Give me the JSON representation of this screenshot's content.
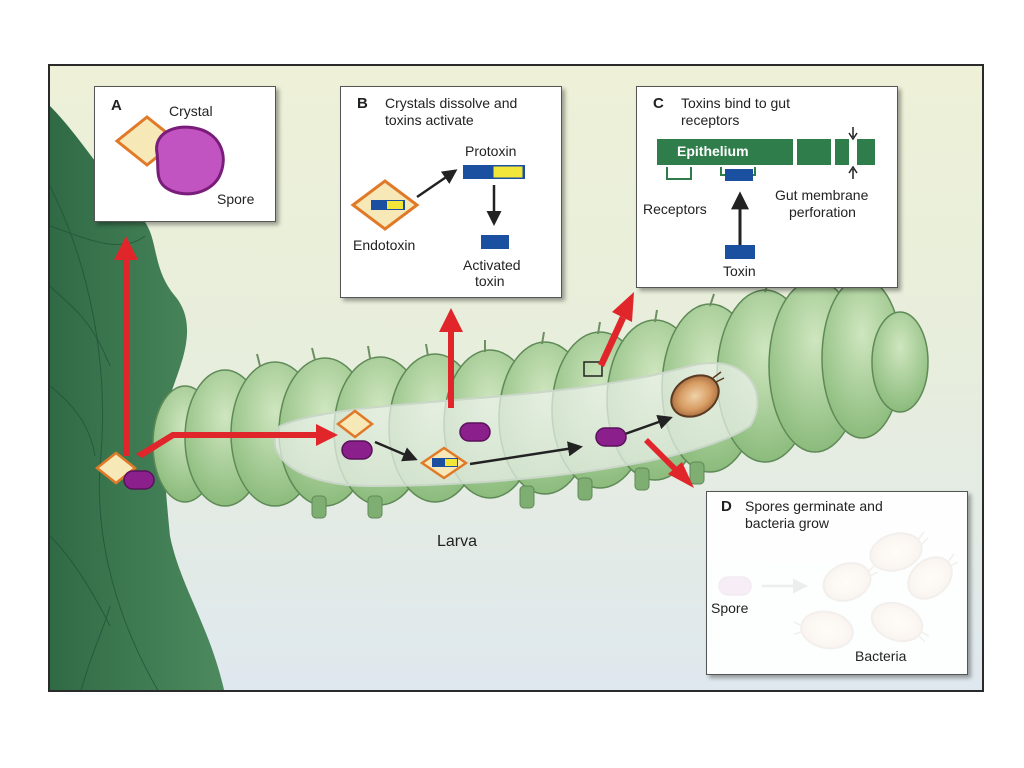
{
  "panel_a": {
    "letter": "A",
    "crystal": "Crystal",
    "spore": "Spore"
  },
  "panel_b": {
    "letter": "B",
    "title_line1": "Crystals dissolve and",
    "title_line2": "toxins activate",
    "protoxin": "Protoxin",
    "endotoxin": "Endotoxin",
    "activated_line1": "Activated",
    "activated_line2": "toxin"
  },
  "panel_c": {
    "letter": "C",
    "title_line1": "Toxins bind to gut",
    "title_line2": "receptors",
    "epithelium": "Epithelium",
    "receptors": "Receptors",
    "perforation_line1": "Gut membrane",
    "perforation_line2": "perforation",
    "toxin": "Toxin"
  },
  "panel_d": {
    "letter": "D",
    "title_line1": "Spores germinate and",
    "title_line2": "bacteria grow",
    "spore": "Spore",
    "bacteria": "Bacteria"
  },
  "larva_label": "Larva",
  "colors": {
    "crystal_fill": "#f7e8b8",
    "crystal_edge": "#e07a28",
    "spore": "#8b1f8c",
    "toxin_blue": "#1b4fa0",
    "toxin_yellow": "#f3e63a",
    "arrow_red": "#e0262a",
    "larva_green": "#9bc58b",
    "leaf_green": "#3d7a52",
    "bacterium": "#c98a50"
  }
}
